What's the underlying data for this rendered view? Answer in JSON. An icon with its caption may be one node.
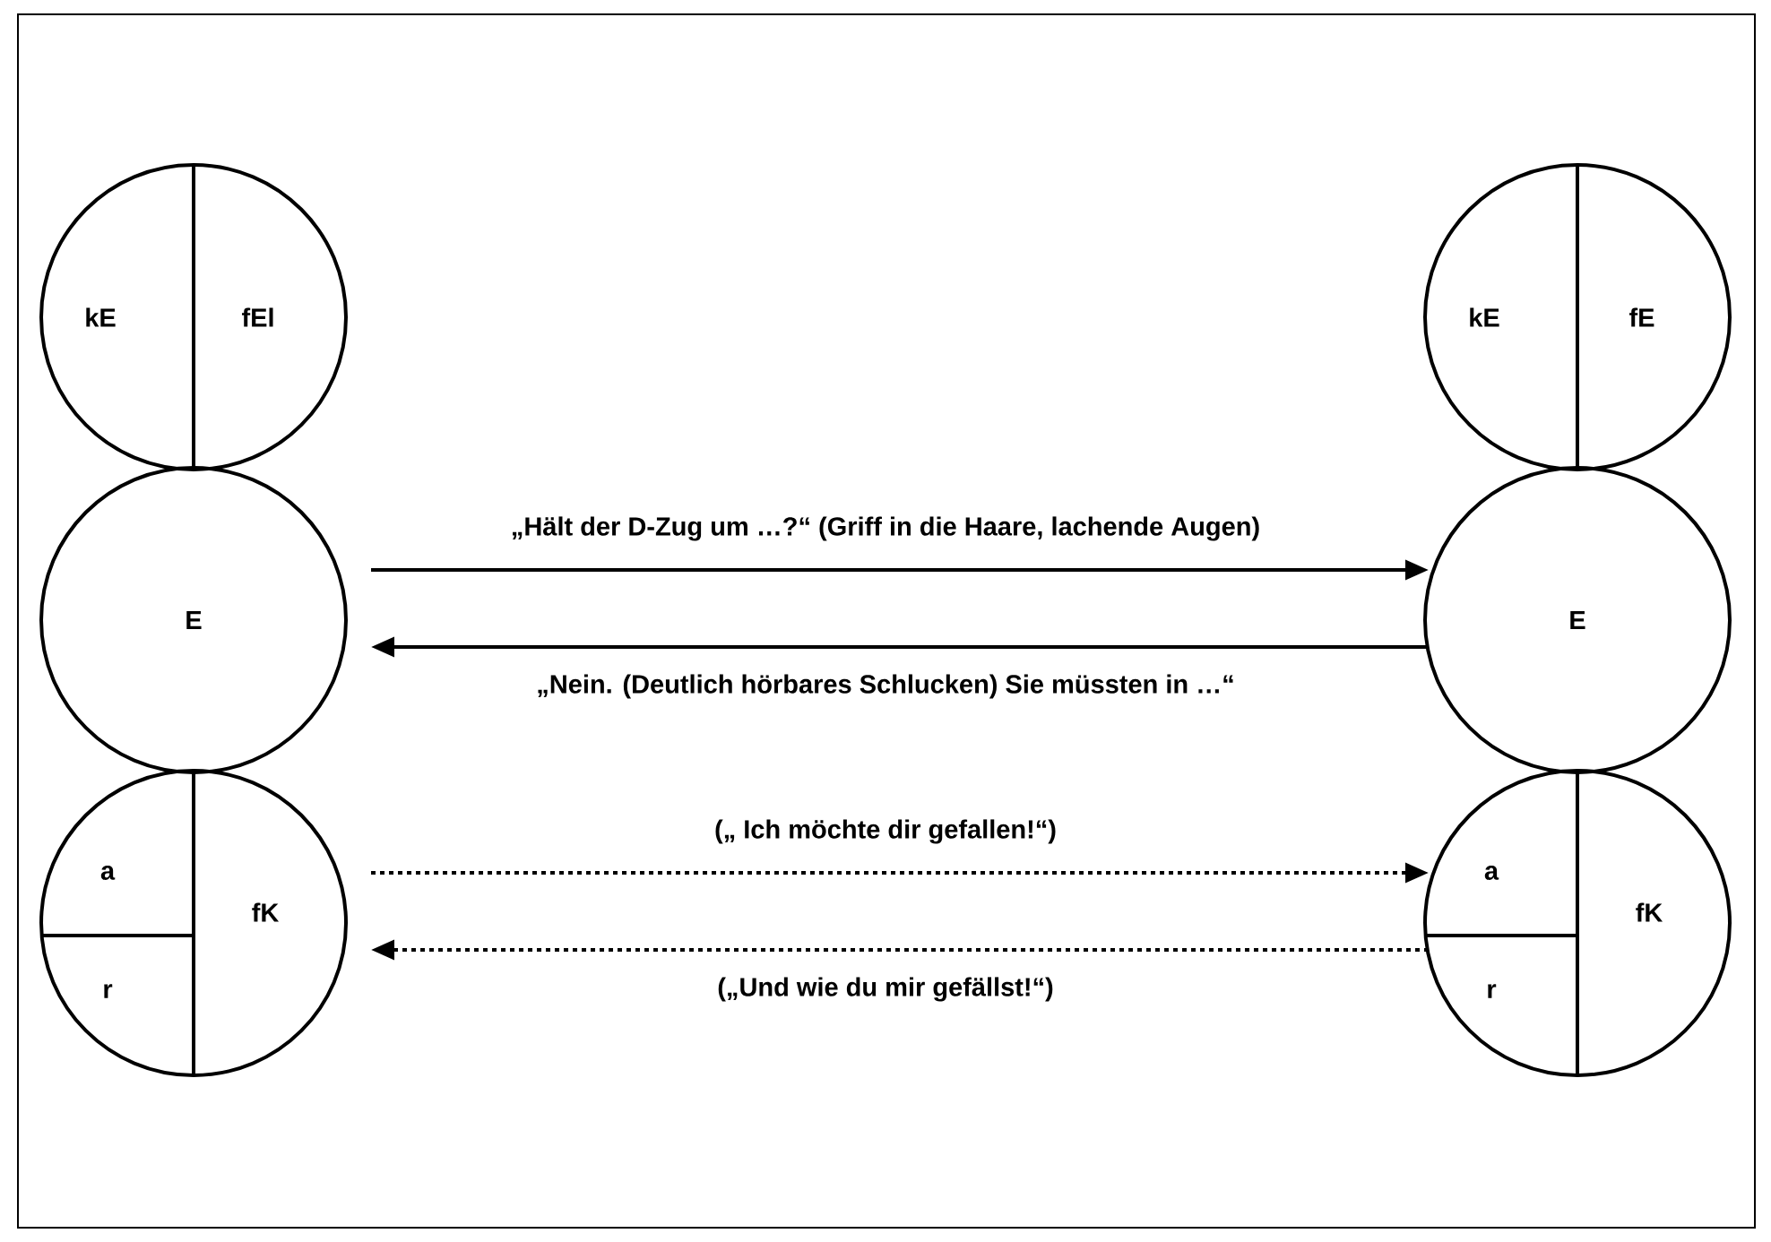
{
  "diagram": {
    "nodes": [
      {
        "text": [
          "kE",
          "fEl"
        ]
      },
      {
        "text": [
          "E"
        ]
      },
      {
        "text": [
          "a",
          "r",
          "fK"
        ]
      },
      {
        "text": [
          "kE",
          "fE"
        ]
      },
      {
        "text": [
          "E"
        ]
      },
      {
        "text": [
          "a",
          "r",
          "fK"
        ]
      }
    ],
    "edges": [
      {
        "from": 1,
        "to": 4,
        "arrow": "to",
        "label": "„Hält der D-Zug um …?“  (Griff in die Haare, lachende Augen)"
      },
      {
        "from": 4,
        "to": 1,
        "arrow": "to",
        "label": "„Nein. (Deutlich hörbares Schlucken) Sie müssten in …“"
      },
      {
        "from": 2,
        "to": 5,
        "arrow": "to",
        "style": "dashed",
        "label": "(„ Ich möchte dir gefallen!“)"
      },
      {
        "from": 5,
        "to": 2,
        "arrow": "to",
        "style": "dashed",
        "label": "(„Und wie du mir gefällst!“)"
      }
    ]
  }
}
